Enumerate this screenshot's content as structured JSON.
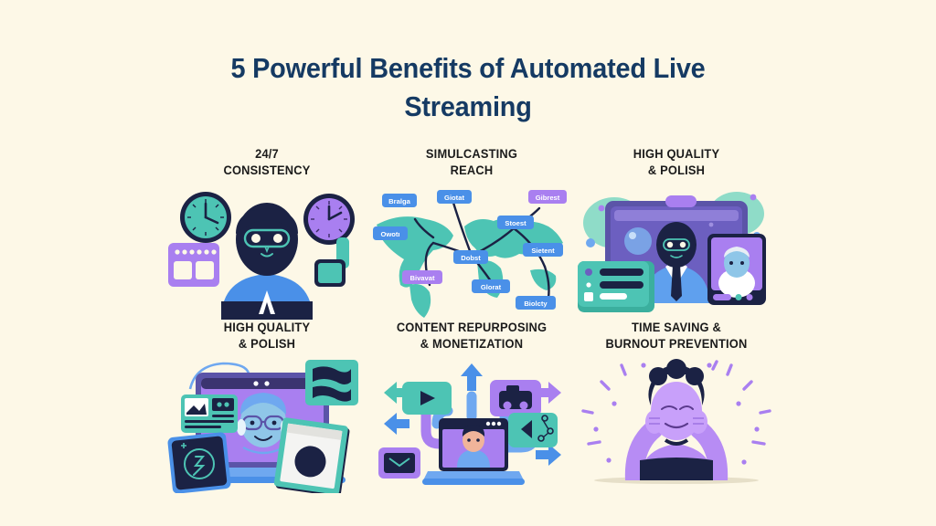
{
  "background_color": "#FDF8E7",
  "title": {
    "text": "5 Powerful Benefits of Automated Live Streaming",
    "color": "#153A63"
  },
  "palette": {
    "cream": "#FDF8E7",
    "navy_title": "#153A63",
    "label_text": "#1B1B1B",
    "teal": "#4DC4B4",
    "teal_dark": "#3BAF9E",
    "purple": "#A97FF0",
    "purple_dark": "#8B5FD6",
    "blue": "#4A90E8",
    "blue_light": "#6FA8F0",
    "navy": "#1B2244",
    "white": "#FFFFFF"
  },
  "cards": [
    {
      "label_line1": "24/7",
      "label_line2": "CONSISTENCY",
      "icon": "person-clocks-illustration"
    },
    {
      "label_line1": "SIMULCASTING",
      "label_line2": "REACH",
      "icon": "world-map-nodes-illustration",
      "map_labels": [
        "Bralga",
        "Owotı",
        "Giotat",
        "Dobst",
        "Stoest",
        "Gibrest",
        "Bivavat",
        "Glorat",
        "Sietent",
        "Biolcty"
      ]
    },
    {
      "label_line1": "HIGH QUALITY",
      "label_line2": "& POLISH",
      "icon": "video-broadcast-monitor-illustration"
    },
    {
      "label_line1": "HIGH QUALITY",
      "label_line2": "& POLISH",
      "icon": "laptop-editing-illustration"
    },
    {
      "label_line1": "CONTENT REPURPOSING",
      "label_line2": "& MONETIZATION",
      "icon": "content-distribution-hub-illustration"
    },
    {
      "label_line1": "TIME SAVING &",
      "label_line2": "BURNOUT PREVENTION",
      "icon": "relaxed-person-illustration"
    }
  ]
}
